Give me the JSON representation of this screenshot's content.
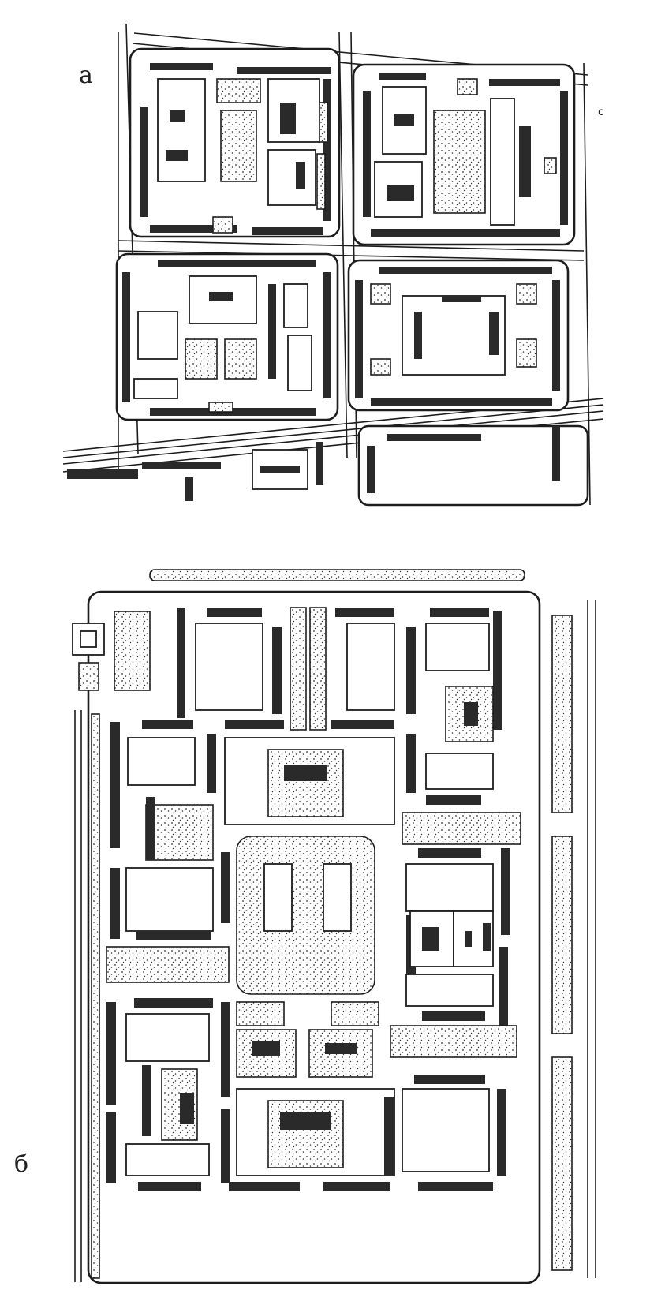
{
  "labels": {
    "plan_a": "а",
    "plan_b": "б",
    "north": "с"
  },
  "colors": {
    "ink": "#1d1d1d",
    "building": "#2a2a2a",
    "paper": "#ffffff"
  }
}
